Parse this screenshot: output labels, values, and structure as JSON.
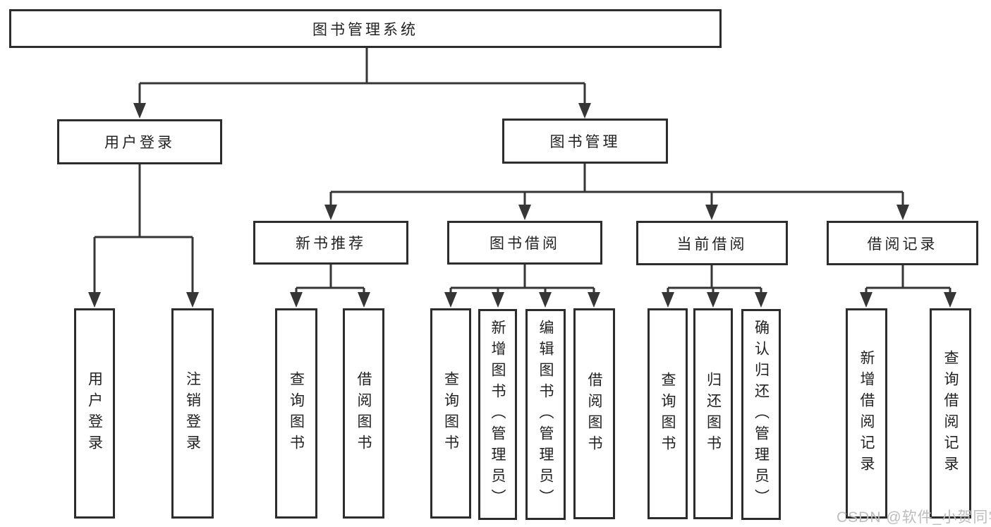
{
  "tree": {
    "label": "图书管理系统",
    "children": [
      {
        "label": "用户登录",
        "children": [
          {
            "label": "用户登录"
          },
          {
            "label": "注销登录"
          }
        ]
      },
      {
        "label": "图书管理",
        "children": [
          {
            "label": "新书推荐",
            "children": [
              {
                "label": "查询图书"
              },
              {
                "label": "借阅图书"
              }
            ]
          },
          {
            "label": "图书借阅",
            "children": [
              {
                "label": "查询图书"
              },
              {
                "label": "新增图书（管理员）"
              },
              {
                "label": "编辑图书（管理员）"
              },
              {
                "label": "借阅图书"
              }
            ]
          },
          {
            "label": "当前借阅",
            "children": [
              {
                "label": "查询图书"
              },
              {
                "label": "归还图书"
              },
              {
                "label": "确认归还（管理员）"
              }
            ]
          },
          {
            "label": "借阅记录",
            "children": [
              {
                "label": "新增借阅记录"
              },
              {
                "label": "查询借阅记录"
              }
            ]
          }
        ]
      }
    ]
  },
  "watermark": {
    "text": "CSDN @软件_小贺同学"
  },
  "colors": {
    "line": "#363636",
    "box_border": "#2d2d2d",
    "text": "#222222",
    "watermark": "#bdbdbd",
    "background": "#ffffff"
  }
}
